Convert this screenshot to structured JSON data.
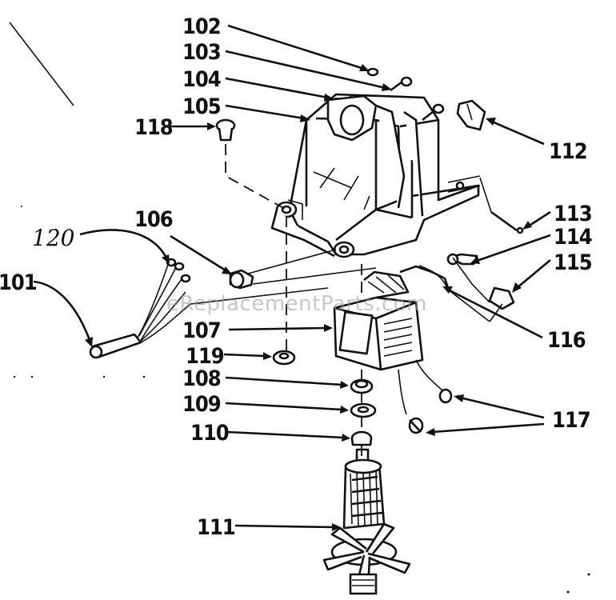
{
  "diagram": {
    "watermark": "eReplacementParts.com",
    "callouts": [
      {
        "key": "c102",
        "label": "102"
      },
      {
        "key": "c103",
        "label": "103"
      },
      {
        "key": "c104",
        "label": "104"
      },
      {
        "key": "c105",
        "label": "105"
      },
      {
        "key": "c118",
        "label": "118"
      },
      {
        "key": "c112",
        "label": "112"
      },
      {
        "key": "c113",
        "label": "113"
      },
      {
        "key": "c114",
        "label": "114"
      },
      {
        "key": "c115",
        "label": "115"
      },
      {
        "key": "c106",
        "label": "106"
      },
      {
        "key": "c120",
        "label": "120"
      },
      {
        "key": "c101",
        "label": "101"
      },
      {
        "key": "c107",
        "label": "107"
      },
      {
        "key": "c116",
        "label": "116"
      },
      {
        "key": "c119",
        "label": "119"
      },
      {
        "key": "c108",
        "label": "108"
      },
      {
        "key": "c109",
        "label": "109"
      },
      {
        "key": "c110",
        "label": "110"
      },
      {
        "key": "c117",
        "label": "117"
      },
      {
        "key": "c111",
        "label": "111"
      }
    ]
  }
}
